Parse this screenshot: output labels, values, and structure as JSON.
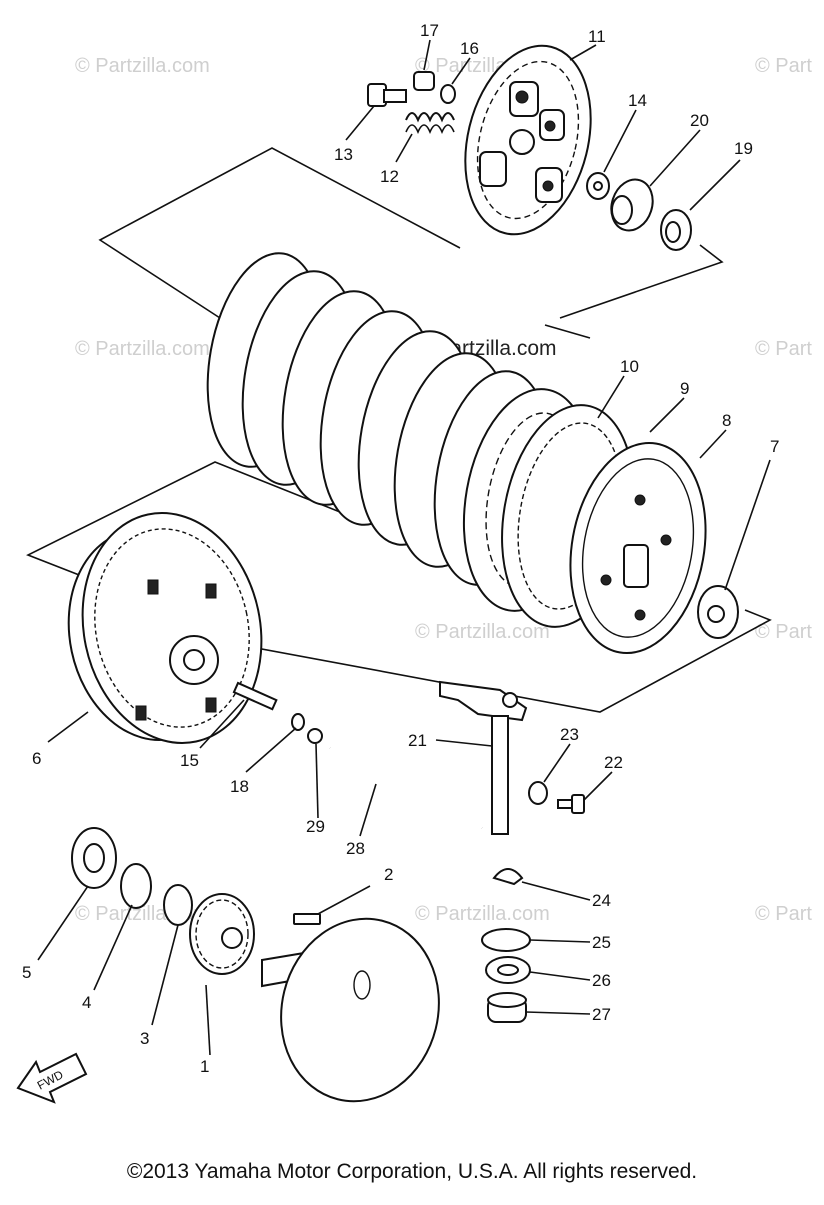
{
  "callouts": [
    {
      "label": "1"
    },
    {
      "label": "2"
    },
    {
      "label": "3"
    },
    {
      "label": "4"
    },
    {
      "label": "5"
    },
    {
      "label": "6"
    },
    {
      "label": "7"
    },
    {
      "label": "8"
    },
    {
      "label": "9"
    },
    {
      "label": "10"
    },
    {
      "label": "11"
    },
    {
      "label": "12"
    },
    {
      "label": "13"
    },
    {
      "label": "14"
    },
    {
      "label": "15"
    },
    {
      "label": "16"
    },
    {
      "label": "17"
    },
    {
      "label": "18"
    },
    {
      "label": "19"
    },
    {
      "label": "20"
    },
    {
      "label": "21"
    },
    {
      "label": "22"
    },
    {
      "label": "23"
    },
    {
      "label": "24"
    },
    {
      "label": "25"
    },
    {
      "label": "26"
    },
    {
      "label": "27"
    },
    {
      "label": "28"
    },
    {
      "label": "29"
    }
  ],
  "watermark": "© Partzilla.com",
  "watermark_short": "© Part",
  "fwd_label": "FWD",
  "copyright": "©2013 Yamaha Motor Corporation, U.S.A. All rights reserved."
}
